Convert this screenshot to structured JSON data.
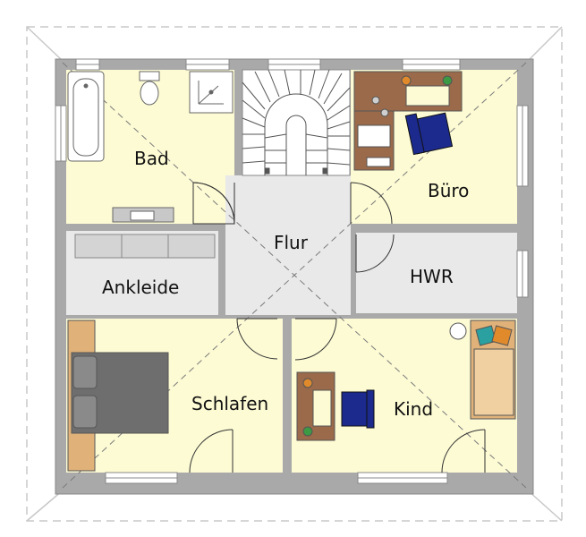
{
  "floor_plan": {
    "rooms": {
      "bad": "Bad",
      "flur": "Flur",
      "buero": "Büro",
      "ankleide": "Ankleide",
      "hwr": "HWR",
      "schlafen": "Schlafen",
      "kind": "Kind"
    },
    "colors": {
      "living_floor": "#fdfbd4",
      "service_floor": "#e9e9e9",
      "walls": "#a9a9a9",
      "wall_outline": "#888888",
      "roof_outline": "#c8c8c8",
      "desk_wood": "#9a6a4a",
      "chair_blue": "#1b2a8c",
      "bed_gray": "#6e6e6e",
      "bed_wood": "#e0b27a"
    }
  }
}
